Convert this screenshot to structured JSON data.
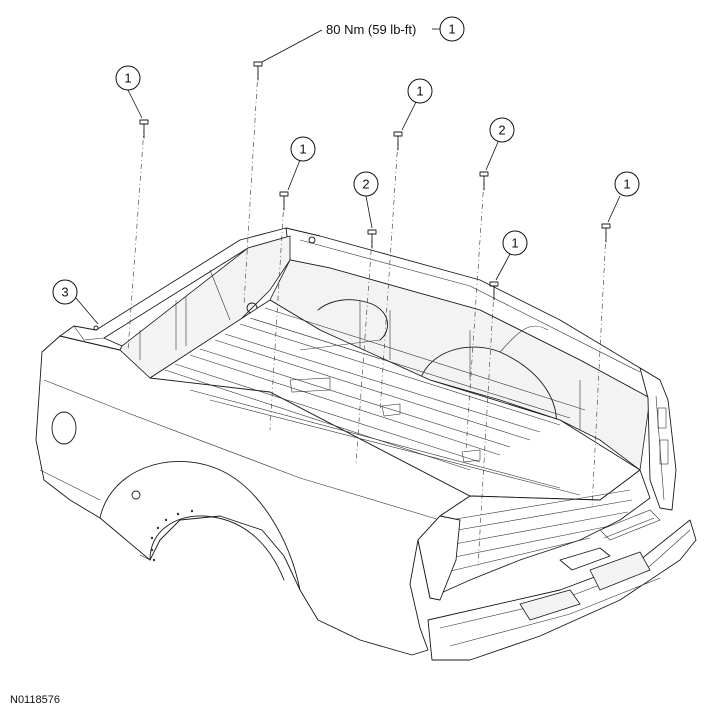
{
  "torque_label": "80 Nm (59 lb-ft)",
  "figure_id": "N0118576",
  "callouts": [
    {
      "id": "torque-callout",
      "number": "1"
    },
    {
      "id": "bolt-a",
      "number": "1"
    },
    {
      "id": "bolt-b",
      "number": "1"
    },
    {
      "id": "bolt-c",
      "number": "1"
    },
    {
      "id": "bolt-d",
      "number": "2"
    },
    {
      "id": "bolt-e",
      "number": "2"
    },
    {
      "id": "bolt-f",
      "number": "1"
    },
    {
      "id": "bolt-g",
      "number": "1"
    },
    {
      "id": "bed",
      "number": "3"
    }
  ]
}
